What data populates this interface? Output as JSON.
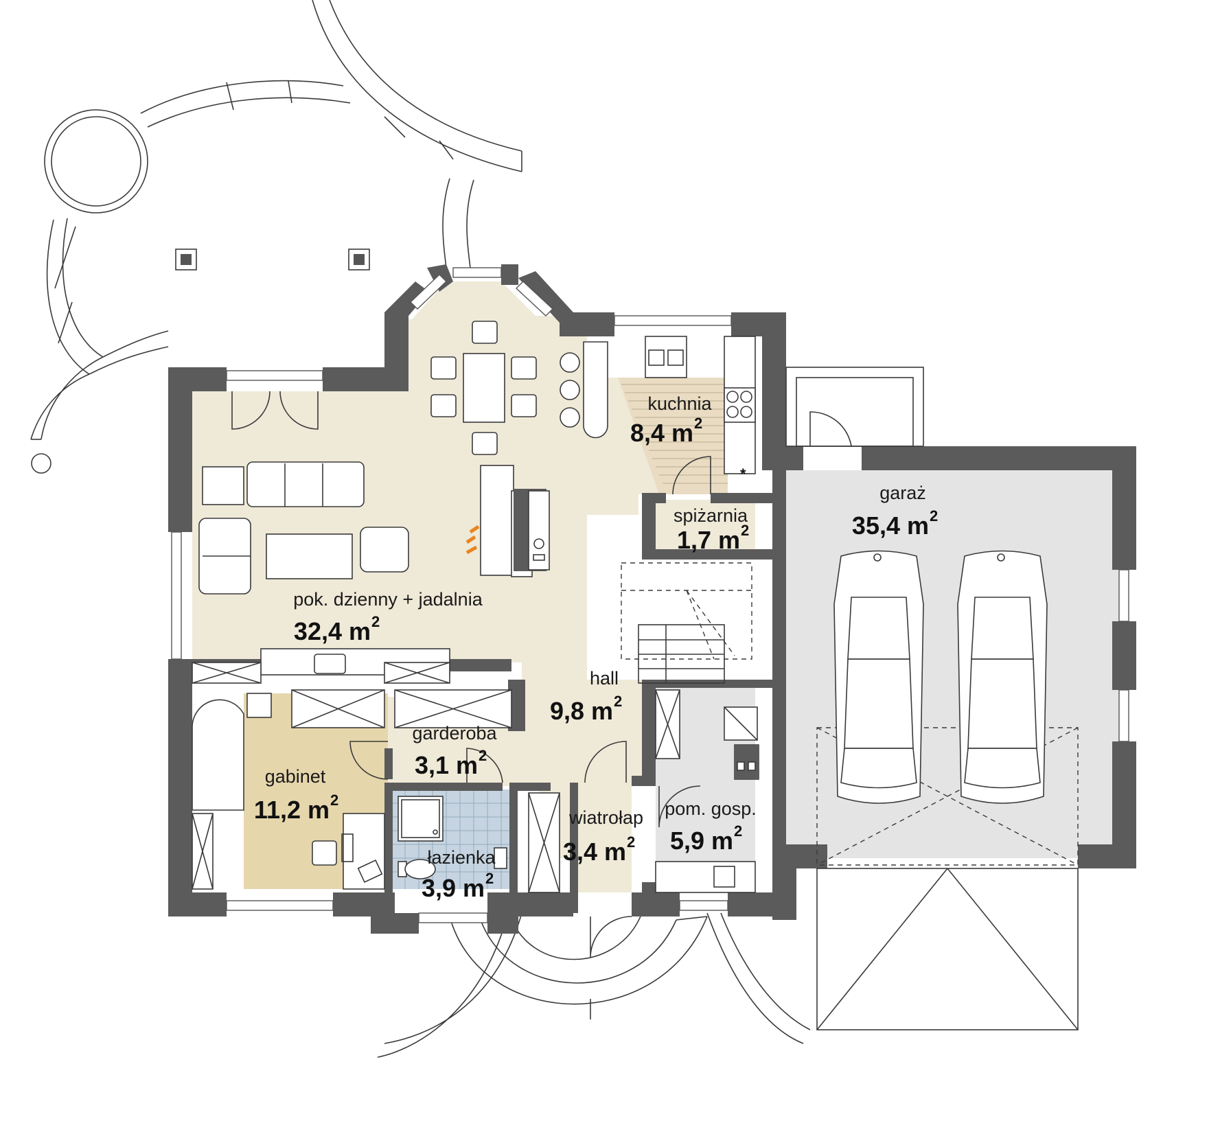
{
  "rooms": {
    "living": {
      "name": "pok. dzienny + jadalnia",
      "area": "32,4 m",
      "sup": "2"
    },
    "kitchen": {
      "name": "kuchnia",
      "area": "8,4 m",
      "sup": "2"
    },
    "pantry": {
      "name": "spiżarnia",
      "area": "1,7 m",
      "sup": "2"
    },
    "garage": {
      "name": "garaż",
      "area": "35,4 m",
      "sup": "2"
    },
    "hall": {
      "name": "hall",
      "area": "9,8 m",
      "sup": "2"
    },
    "wardrobe": {
      "name": "garderoba",
      "area": "3,1 m",
      "sup": "2"
    },
    "study": {
      "name": "gabinet",
      "area": "11,2 m",
      "sup": "2"
    },
    "bathroom": {
      "name": "łazienka",
      "area": "3,9 m",
      "sup": "2"
    },
    "vestibule": {
      "name": "wiatrołap",
      "area": "3,4 m",
      "sup": "2"
    },
    "utility": {
      "name": "pom. gosp.",
      "area": "5,9 m",
      "sup": "2"
    }
  },
  "colors": {
    "wall": "#5b5b5b",
    "living_floor": "#efe9d8",
    "study_floor": "#e6d6ac",
    "bathroom_floor": "#c5d4e0",
    "garage_floor": "#e4e4e4",
    "utility_floor": "#e4e4e4",
    "fire": "#e8851e"
  }
}
